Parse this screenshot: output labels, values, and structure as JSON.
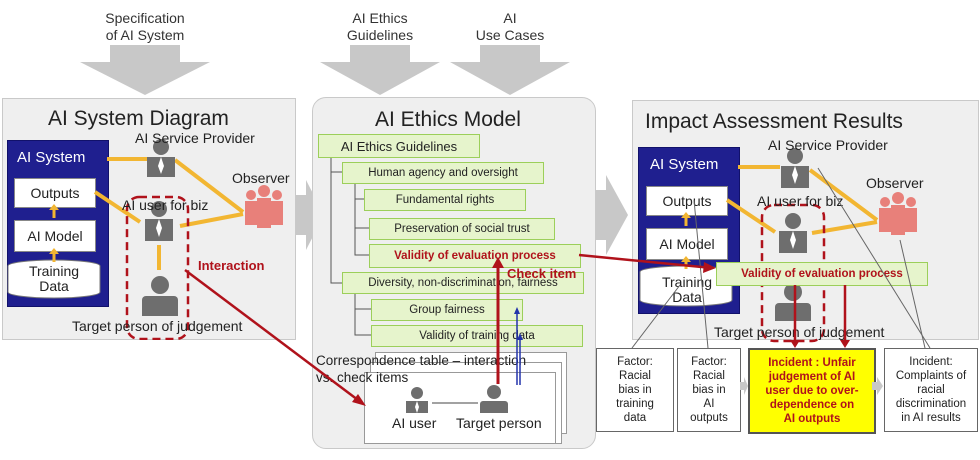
{
  "top_labels": {
    "spec": "Specification\nof AI System",
    "guidelines": "AI Ethics\nGuidelines",
    "usecases": "AI\nUse Cases"
  },
  "panel1": {
    "title": "AI System Diagram",
    "ai_system": "AI System",
    "outputs": "Outputs",
    "ai_model": "AI Model",
    "training_data": "Training\nData",
    "service_provider": "AI Service Provider",
    "ai_user": "AI user for biz",
    "observer": "Observer",
    "interaction": "Interaction",
    "target": "Target person of judgement"
  },
  "panel2": {
    "title": "AI Ethics Model",
    "guidelines": "AI Ethics Guidelines",
    "items": [
      "Human agency and oversight",
      "Fundamental rights",
      "Preservation of social trust",
      "Validity of evaluation process",
      "Diversity, non-discrimination, fairness",
      "Group fairness",
      "Validity of training data"
    ],
    "check_item": "Check item",
    "corr_title": "Correspondence table – interaction\nvs. check items",
    "ai_user": "AI user",
    "target_person": "Target person"
  },
  "panel3": {
    "title": "Impact Assessment Results",
    "ai_system": "AI System",
    "outputs": "Outputs",
    "ai_model": "AI Model",
    "training_data": "Training\nData",
    "service_provider": "AI Service Provider",
    "ai_user": "AI user for biz",
    "observer": "Observer",
    "validity": "Validity of evaluation process",
    "target": "Target person of judgement"
  },
  "bottom": {
    "factor1": "Factor:\nRacial\nbias in\ntraining\ndata",
    "factor2": "Factor:\nRacial\nbias in\nAI\noutputs",
    "incident1": "Incident : Unfair\njudgement of AI\nuser due to over-\ndependence on\nAI outputs",
    "incident2": "Incident:\nComplaints of\nracial\ndiscrimination\nin AI results"
  },
  "colors": {
    "navy": "#1f1f8f",
    "red": "#b0121b",
    "green_fill": "#e6f4cc",
    "yellow": "#ffff00",
    "person_gray": "#6e6e6e",
    "observer_red": "#e8807a",
    "connector_orange": "#f2b632"
  }
}
